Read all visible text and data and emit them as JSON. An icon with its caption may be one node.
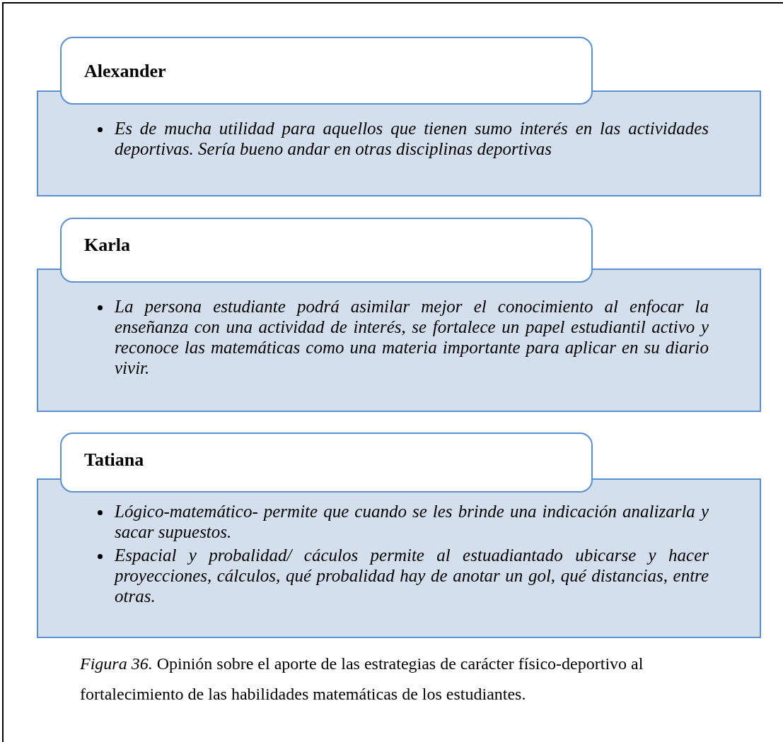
{
  "diagram": {
    "caption": "*Figura 36.* Opinión sobre el aporte de las estrategias de carácter físico-deportivo al fortalecimiento de las habilidades matemáticas de los estudiantes.",
    "nodes": [
      {
        "text": [
          "Alexander"
        ]
      },
      {
        "text": [
          "Es de mucha utilidad para aquellos que tienen sumo interés en las actividades deportivas. Sería bueno andar en otras disciplinas deportivas"
        ]
      },
      {
        "text": [
          "Karla"
        ]
      },
      {
        "text": [
          "La persona estudiante podrá asimilar mejor el conocimiento al enfocar la enseñanza con una actividad de interés, se fortalece un papel estudiantil activo y reconoce las matemáticas como una materia importante para aplicar en su diario vivir."
        ]
      },
      {
        "text": [
          "Tatiana"
        ]
      },
      {
        "text": [
          "Lógico-matemático- permite que cuando se les brinde una indicación analizarla y sacar supuestos.",
          "Espacial y probalidad/ cáculos permite al estuadiantado ubicarse y hacer proyecciones, cálculos, qué probalidad hay de anotar un gol, qué distancias, entre otras."
        ]
      }
    ],
    "edges": []
  }
}
